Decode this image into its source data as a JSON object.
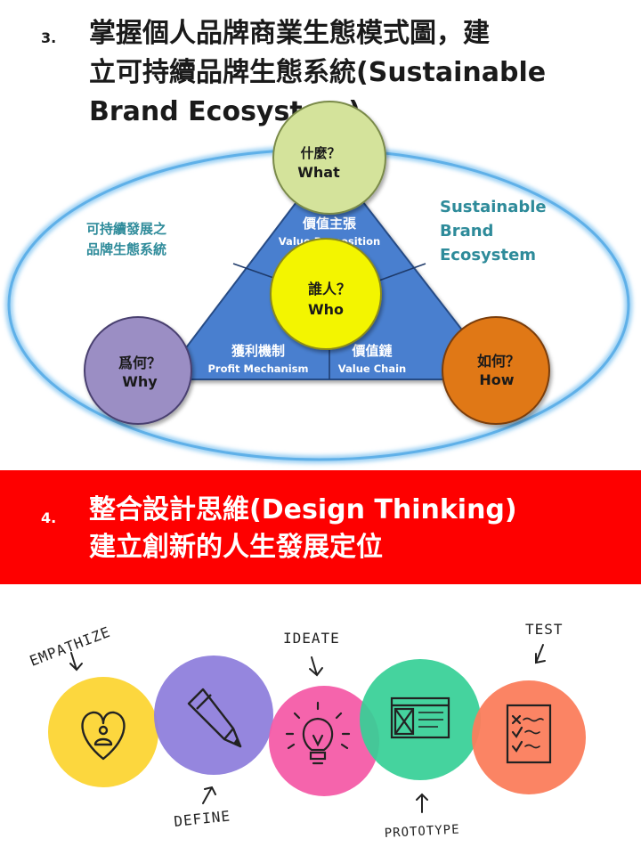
{
  "section3": {
    "number": "3.",
    "title_line1": "掌握個人品牌商業生態模式圖，建",
    "title_line2": "立可持續品牌生態系統(Sustainable",
    "title_line3": "Brand  Ecosystem)"
  },
  "ecosystem": {
    "left_label_line1": "可持續發展之",
    "left_label_line2": "品牌生態系統",
    "right_label_line1": "Sustainable",
    "right_label_line2": "Brand",
    "right_label_line3": "Ecosystem",
    "what": {
      "zh": "什麼？",
      "en": "What"
    },
    "who": {
      "zh": "誰人？",
      "en": "Who"
    },
    "why": {
      "zh": "爲何？",
      "en": "Why"
    },
    "how": {
      "zh": "如何？",
      "en": "How"
    },
    "value_proposition": {
      "zh": "價值主張",
      "en": "Value Proposition"
    },
    "profit_mechanism": {
      "zh": "獲利機制",
      "en": "Profit Mechanism"
    },
    "value_chain": {
      "zh": "價值鏈",
      "en": "Value Chain"
    },
    "colors": {
      "ellipse_stroke": "#5fb0e8",
      "triangle": "#4a7fcf",
      "what": "#d4e39b",
      "who": "#f3f500",
      "why": "#9b8ec4",
      "how": "#e07814",
      "teal_text": "#2e8b9a"
    }
  },
  "section4": {
    "number": "4.",
    "title_line1": "整合設計思維(Design Thinking)",
    "title_line2": "建立創新的人生發展定位",
    "banner_color": "#fe0000"
  },
  "design_thinking": {
    "empathize": "EMPATHIZE",
    "define": "DEFINE",
    "ideate": "IDEATE",
    "prototype": "PROTOTYPE",
    "test": "TEST",
    "colors": {
      "empathize": "#fcd73e",
      "define": "#8f7fdc",
      "ideate": "#f45ca8",
      "prototype": "#35cf96",
      "test": "#fb7d5c"
    }
  }
}
